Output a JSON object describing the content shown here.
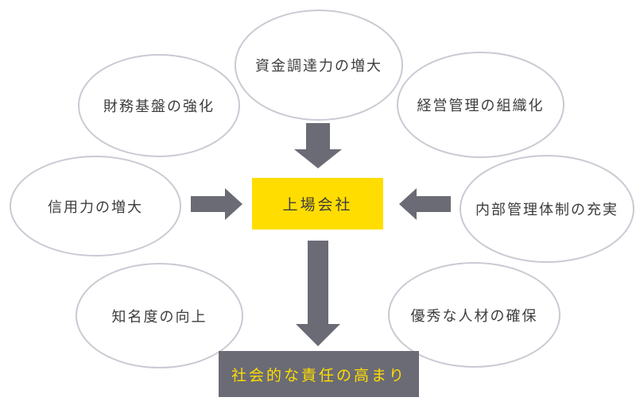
{
  "colors": {
    "background": "#ffffff",
    "ellipse_border": "#c9cad3",
    "ellipse_text": "#3d3d3d",
    "arrow": "#6b6b75",
    "center_box_bg": "#ffdd00",
    "center_box_text": "#3d3d3d",
    "bottom_box_bg": "#6b6b75",
    "bottom_box_text": "#ffdd00"
  },
  "center_box": {
    "label": "上場会社"
  },
  "bottom_box": {
    "label": "社会的な責任の高まり"
  },
  "ellipses": {
    "top_center": {
      "label": "資金調達力の増大"
    },
    "top_left": {
      "label": "財務基盤の強化"
    },
    "top_right": {
      "label": "経営管理の組織化"
    },
    "middle_left": {
      "label": "信用力の増大"
    },
    "middle_right": {
      "label": "内部管理体制の充実"
    },
    "bottom_left": {
      "label": "知名度の向上"
    },
    "bottom_right": {
      "label": "優秀な人材の確保"
    }
  },
  "arrows": {
    "top_to_center": {
      "direction": "down"
    },
    "left_to_center": {
      "direction": "right"
    },
    "right_to_center": {
      "direction": "left"
    },
    "center_to_bottom": {
      "direction": "down"
    }
  }
}
